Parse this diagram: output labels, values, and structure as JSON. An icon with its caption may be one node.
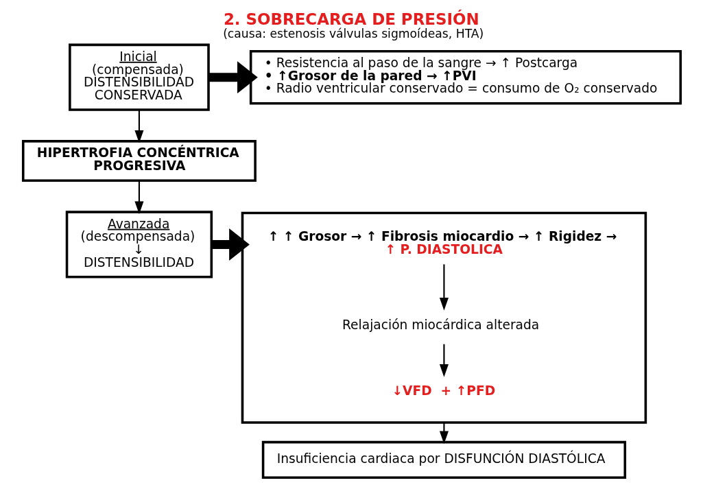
{
  "diagram": {
    "title": "2. SOBRECARGA DE PRESIÓN",
    "caption": "(causa: estenosis válvulas sigmoídeas, HTA)",
    "nodes": [
      {
        "text": [
          "Inicial",
          "(compensada) DISTENSIBILIDAD CONSERVADA"
        ]
      },
      {
        "text": [
          "• Resistencia al paso de la sangre → ↑ Postcarga",
          "• ↑Grosor de la pared → ↑PVI",
          "• Radio ventricular conservado = consumo de O₂ conservado"
        ]
      },
      {
        "text": [
          "HIPERTROFIA CONCÉNTRICA PROGRESIVA"
        ]
      },
      {
        "text": [
          "Avanzada",
          "(descompensada) ↓ DISTENSIBILIDAD"
        ]
      },
      {
        "text": [],
        "shape": "box"
      },
      {
        "text": [
          "↑ ↑ Grosor → ↑ Fibrosis miocardio → ↑ Rigidez →",
          "↑ P. DIASTOLICA"
        ],
        "in": 4
      },
      {
        "text": [
          "Relajación miocárdica alterada"
        ],
        "in": 4
      },
      {
        "text": [
          "↓VFD  + ↑PFD"
        ],
        "in": 4
      },
      {
        "text": [
          "Insuficiencia cardiaca por DISFUNCIÓN DIASTÓLICA"
        ]
      }
    ],
    "edges": [
      {
        "from": 0,
        "to": 1,
        "arrow": "to",
        "style": "thick"
      },
      {
        "from": 0,
        "to": 2,
        "arrow": "to"
      },
      {
        "from": 2,
        "to": 3,
        "arrow": "to"
      },
      {
        "from": 3,
        "to": 4,
        "arrow": "to",
        "style": "thick"
      },
      {
        "from": 5,
        "to": 6,
        "arrow": "to"
      },
      {
        "from": 6,
        "to": 7,
        "arrow": "to"
      },
      {
        "from": 4,
        "to": 8,
        "arrow": "to"
      }
    ]
  }
}
